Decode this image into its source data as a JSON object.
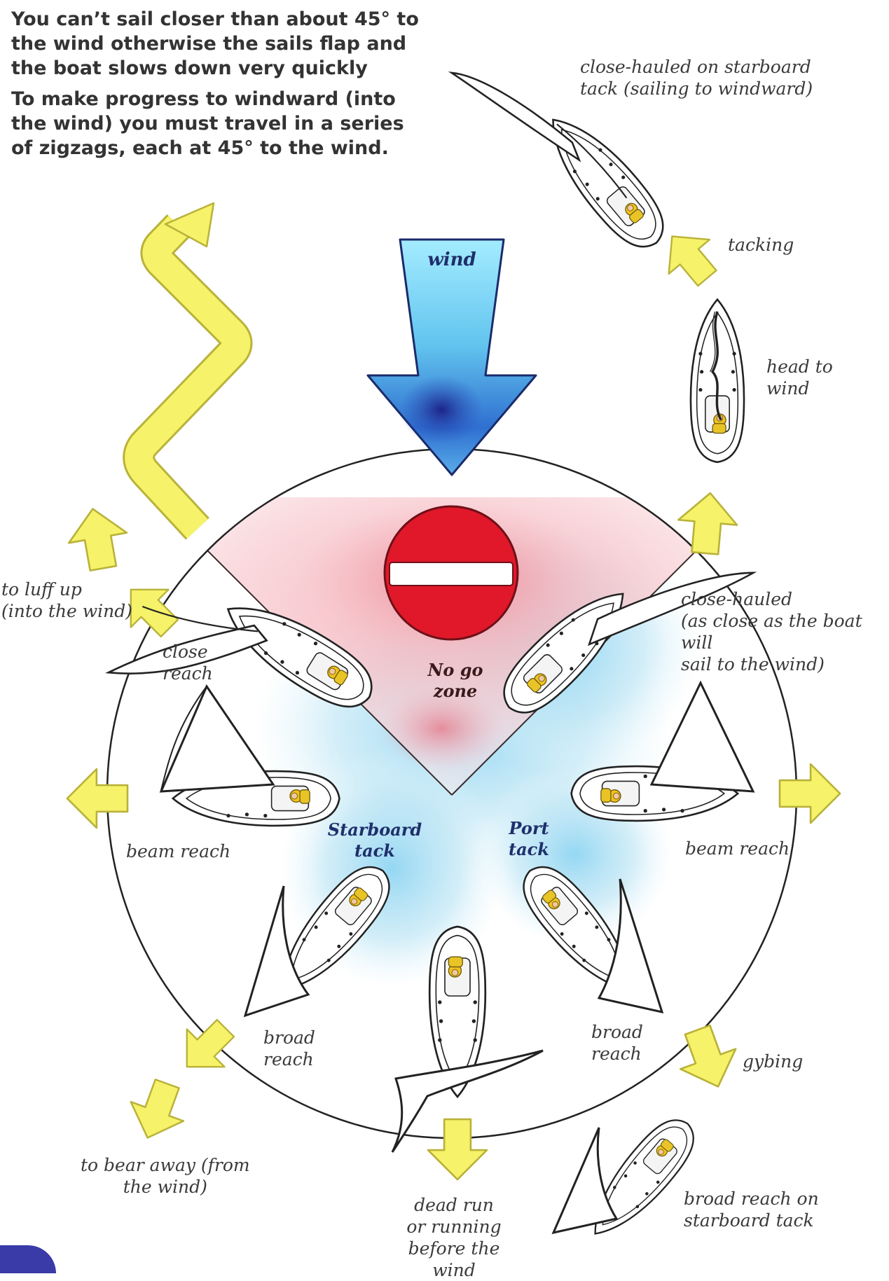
{
  "intro": {
    "para1": "You can’t sail closer than about 45° to the wind otherwise the sails flap and the boat slows down very quickly",
    "para2": "To make progress to windward (into the wind) you must travel in a series of zigzags, each at 45° to the wind."
  },
  "labels": {
    "wind": "wind",
    "no_go_zone": [
      "No go",
      "zone"
    ],
    "starboard_tack": [
      "Starboard",
      "tack"
    ],
    "port_tack": [
      "Port",
      "tack"
    ],
    "close_hauled_starboard_tack": [
      "close-hauled on starboard",
      "tack (sailing to windward)"
    ],
    "tacking": "tacking",
    "head_to_wind": [
      "head to",
      "wind"
    ],
    "close_hauled": [
      "close-hauled",
      "(as close as the boat will",
      "sail to the wind)"
    ],
    "to_luff_up": [
      "to luff up",
      "(into the wind)"
    ],
    "close_reach": [
      "close",
      "reach"
    ],
    "beam_reach_left": "beam reach",
    "beam_reach_right": "beam reach",
    "broad_reach_left": [
      "broad",
      "reach"
    ],
    "broad_reach_right": [
      "broad",
      "reach"
    ],
    "gybing": "gybing",
    "to_bear_away": [
      "to bear away (from",
      "the wind)"
    ],
    "dead_run": [
      "dead run",
      "or running",
      "before the wind"
    ],
    "broad_reach_starboard_tack": [
      "broad reach on",
      "starboard tack"
    ]
  },
  "colors": {
    "arrow_yellow": "#f6f269",
    "arrow_outline": "#b9b23a",
    "wind_arrow_light": "#8fe0ff",
    "wind_arrow_dark": "#1e2a8c",
    "no_go_pink": "#f6c9cd",
    "no_go_red": "#e0182a",
    "water_blue": "#bfe6f5",
    "stroke": "#222222"
  },
  "icons": [
    "wind-arrow-icon",
    "no-entry-sign-icon",
    "sailboat-icon",
    "yellow-direction-arrow-icon",
    "zigzag-arrow-icon"
  ]
}
